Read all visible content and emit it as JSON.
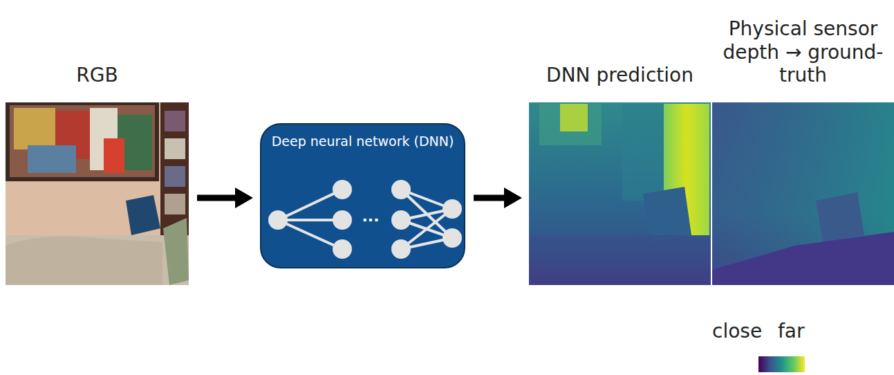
{
  "diagram": {
    "nodes": [
      {
        "text": [
          "RGB"
        ]
      },
      {
        "text": [
          "Deep neural network (DNN)",
          "..."
        ]
      },
      {
        "text": [
          "DNN prediction"
        ]
      },
      {
        "text": [
          "Physical sensor depth → ground-truth"
        ]
      }
    ],
    "edges": [
      {
        "from": 0,
        "to": 1,
        "arrow": "to"
      },
      {
        "from": 1,
        "to": 2,
        "arrow": "to"
      }
    ],
    "labels": [
      "close",
      "far"
    ]
  }
}
